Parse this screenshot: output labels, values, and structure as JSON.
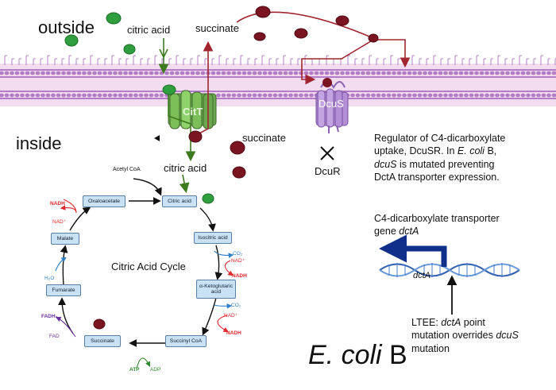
{
  "labels": {
    "outside": "outside",
    "inside": "inside",
    "citric_acid_top": "citric acid",
    "succinate_top": "succinate",
    "citt": "CitT",
    "dcus": "DcuS",
    "dcur": "DcuR",
    "succinate_inside": "succinate",
    "citric_acid_inside": "citric acid"
  },
  "regulator_text": {
    "line1": "Regulator of C4-dicarboxylate",
    "line2a": "uptake, DcuSR.  In ",
    "line2b": "E. coli",
    "line2c": " B,",
    "line3a": "dcuS",
    "line3b": " is mutated preventing",
    "line4": "DctA transporter expression."
  },
  "gene_text": {
    "line1": "C4-dicarboxylate transporter",
    "line2a": "gene ",
    "line2b": "dctA",
    "gene_label": "dctA"
  },
  "ltee_text": {
    "line1a": "LTEE: ",
    "line1b": "dctA",
    "line1c": " point",
    "line2a": "mutation overrides ",
    "line2b": "dcuS",
    "line3": "mutation"
  },
  "title": {
    "italic": "E. coli",
    "normal": " B"
  },
  "cycle": {
    "title": "Citric Acid Cycle",
    "acetyl_coa": "Acetyl CoA",
    "nodes": {
      "citric": "Citric acid",
      "isocitric": "Isocitric acid",
      "aketo1": "α-Ketoglutaric",
      "aketo2": "acid",
      "succinylcoa": "Succinyl CoA",
      "succinate": "Succinate",
      "fumarate": "Fumarate",
      "malate": "Malate",
      "oxaloacetate": "Oxaloacetate"
    },
    "cofactors": {
      "co2_a": "CO₂",
      "nad_a": "NAD⁺",
      "nadh_a": "NADH",
      "co2_b": "CO₂",
      "nad_b": "NAD⁺",
      "nadh_b": "NADH",
      "atp": "ATP",
      "adp": "ADP",
      "fadh2": "FADH₂",
      "fad": "FAD",
      "h2o": "H₂O",
      "nadh_c": "NADH",
      "nad_c": "NAD⁺"
    }
  },
  "colors": {
    "membrane": "#b47cc7",
    "membrane_band": "#f1dcf0",
    "citric_ball": "#2e9e3e",
    "succinate_ball": "#7a1420",
    "arrow_red": "#a0252e",
    "arrow_green": "#3d7a1e",
    "gene_blue": "#0f2f8a",
    "node_fill": "#c9e1f4"
  }
}
